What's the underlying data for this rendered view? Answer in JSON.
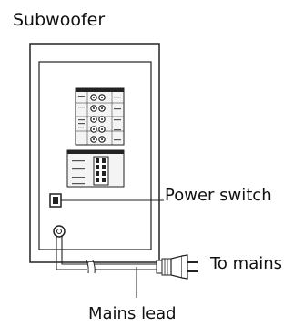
{
  "title": "Subwoofer",
  "labels": {
    "power_switch": "Power switch",
    "to_mains": "To mains",
    "mains_lead": "Mains lead"
  },
  "colors": {
    "line": "#222222",
    "panel_fill": "#ffffff",
    "inner_fill": "#f4f4f4"
  },
  "icons": {
    "plug": "plug-icon",
    "jack": "connector-jack-icon"
  }
}
